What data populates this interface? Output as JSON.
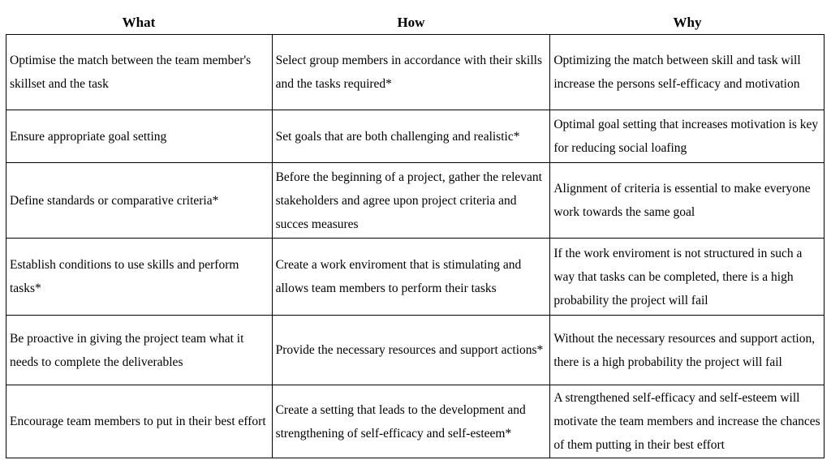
{
  "table": {
    "headers": [
      "What",
      "How",
      "Why"
    ],
    "rows": [
      {
        "what": "Optimise the match between the team member's skillset and the task",
        "how": "Select group members in accordance with their skills and the tasks required*",
        "why": "Optimizing the match between skill and task will increase the persons self-efficacy and motivation"
      },
      {
        "what": "Ensure appropriate goal setting",
        "how": "Set goals that are both challenging and realistic*",
        "why": "Optimal goal setting that increases motivation is key for reducing social loafing"
      },
      {
        "what": "Define standards or comparative criteria*",
        "how": "Before the beginning of a project, gather the relevant stakeholders and agree upon project criteria and succes measures",
        "why": "Alignment of criteria is essential to make everyone work towards the same goal"
      },
      {
        "what": "Establish conditions to use skills and perform tasks*",
        "how": "Create a work enviroment that is stimulating and allows team members to perform their tasks",
        "why": "If the work enviroment is not structured in such a way that tasks can be completed, there is a high probability the project will fail"
      },
      {
        "what": "Be proactive in giving the project team what it needs to complete the deliverables",
        "how": "Provide the necessary resources and support actions*",
        "why": "Without the necessary resources and support action, there is a high probability the project will fail"
      },
      {
        "what": "Encourage team members to put in their best effort",
        "how": "Create a setting that leads to the development and strengthening of self-efficacy and self-esteem*",
        "why": "A strengthened self-efficacy and self-esteem will motivate the team members and increase the chances of them putting in their best effort"
      }
    ]
  }
}
